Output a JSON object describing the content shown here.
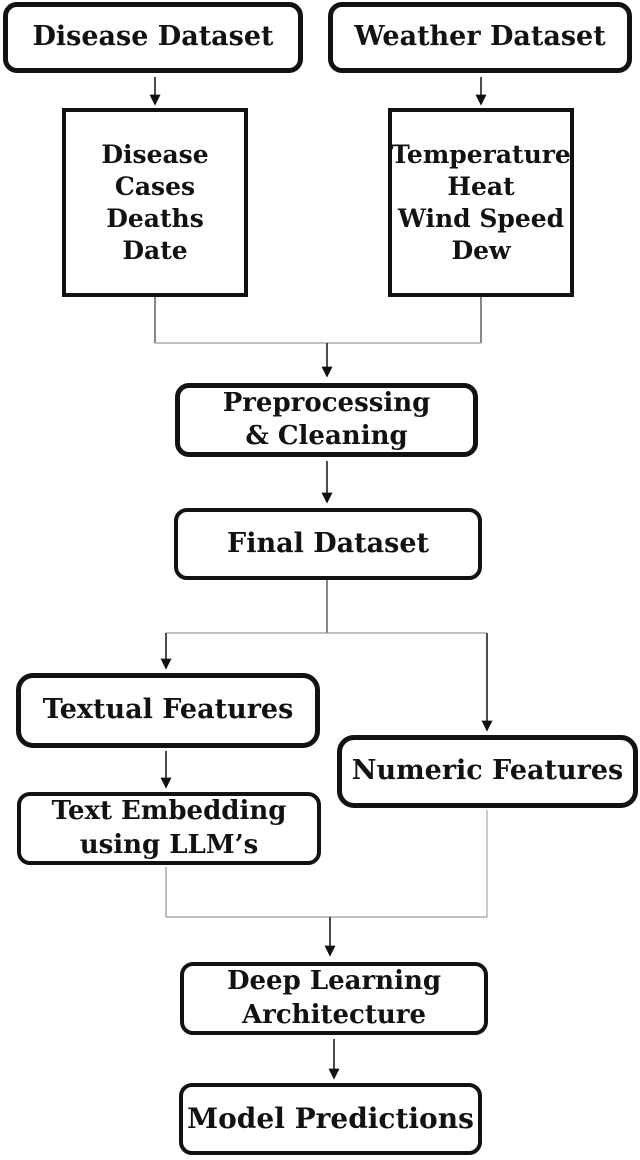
{
  "diagram": {
    "title": "Disease and weather data processing pipeline flowchart",
    "colors": {
      "background": "#ffffff",
      "node_border": "#121212",
      "node_fill": "#ffffff",
      "text": "#121212",
      "arrow": "#2d2d2d",
      "connector_light": "#9a9a9a"
    },
    "nodes": {
      "disease_dataset": {
        "label": "Disease Dataset"
      },
      "weather_dataset": {
        "label": "Weather Dataset"
      },
      "disease_fields": {
        "lines": [
          "Disease",
          "Cases",
          "Deaths",
          "Date"
        ]
      },
      "weather_fields": {
        "lines": [
          "Temperature",
          "Heat",
          "Wind Speed",
          "Dew"
        ]
      },
      "preprocessing": {
        "lines": [
          "Preprocessing",
          "& Cleaning"
        ]
      },
      "final_dataset": {
        "label": "Final Dataset"
      },
      "textual_features": {
        "label": "Textual Features"
      },
      "numeric_features": {
        "label": "Numeric Features"
      },
      "text_embedding": {
        "lines": [
          "Text Embedding",
          "using LLM’s"
        ]
      },
      "deep_learning": {
        "lines": [
          "Deep Learning",
          "Architecture"
        ]
      },
      "model_predictions": {
        "label": "Model Predictions"
      }
    },
    "edges": [
      "disease_dataset -> disease_fields",
      "weather_dataset -> weather_fields",
      "disease_fields + weather_fields -> preprocessing",
      "preprocessing -> final_dataset",
      "final_dataset -> textual_features",
      "final_dataset -> numeric_features",
      "textual_features -> text_embedding",
      "text_embedding + numeric_features -> deep_learning",
      "deep_learning -> model_predictions"
    ]
  }
}
